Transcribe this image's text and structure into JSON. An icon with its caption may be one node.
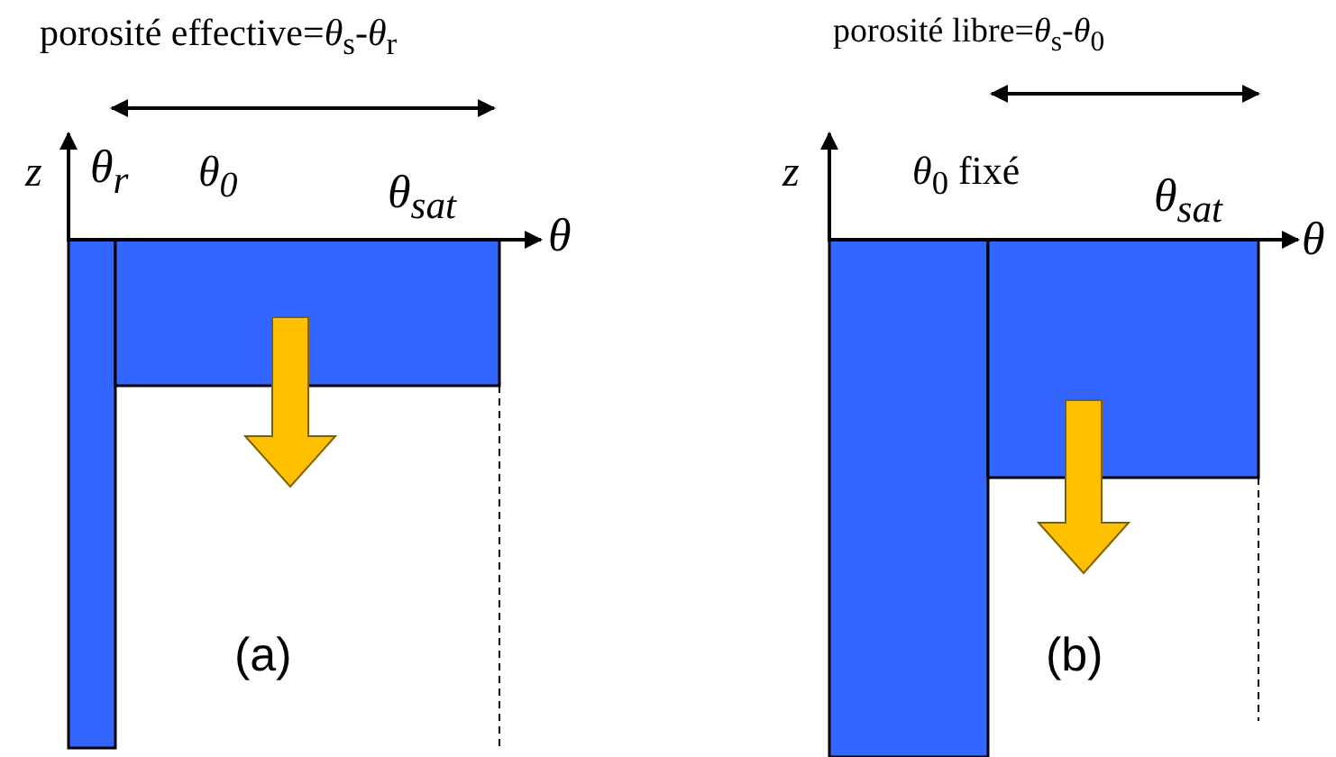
{
  "diagram": {
    "labels": [
      "porosité effective=*θ*$_{s}$-*θ*$_{r}$",
      "porosité libre=*θ*$_{s}$-*θ*$_{0}$",
      "z",
      "θ$_{r}$",
      "θ$_{0}$",
      "θ$_{sat}$",
      "θ",
      "z",
      "*θ*$_{0}$ fixé",
      "θ$_{sat}$",
      "θ",
      "(a)",
      "(b)"
    ]
  }
}
